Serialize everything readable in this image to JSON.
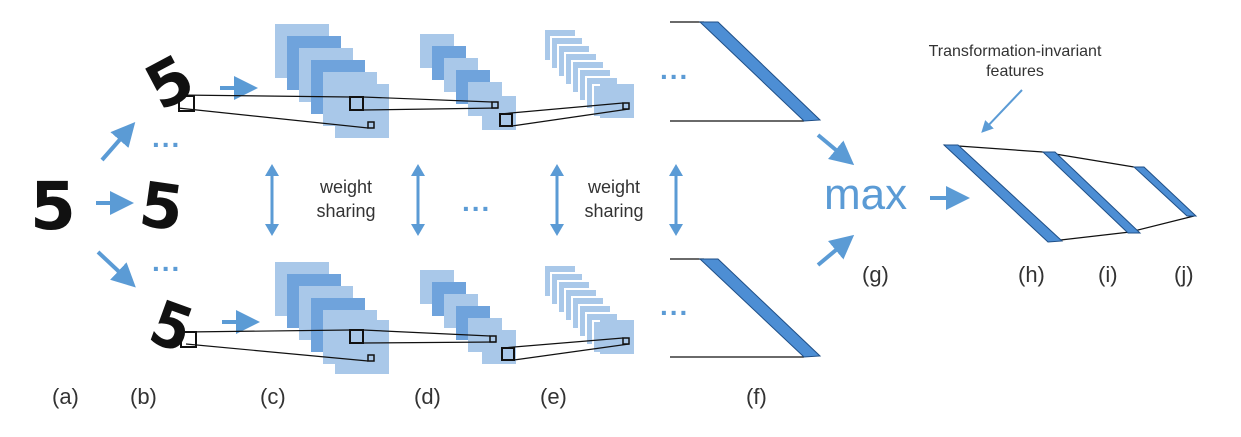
{
  "labels": {
    "a": "(a)",
    "b": "(b)",
    "c": "(c)",
    "d": "(d)",
    "e": "(e)",
    "f": "(f)",
    "g": "(g)",
    "h": "(h)",
    "i": "(i)",
    "j": "(j)"
  },
  "texts": {
    "weight_sharing_1": "weight\nsharing",
    "weight_sharing_2": "weight\nsharing",
    "max": "max",
    "annotation": "Transformation-invariant\nfeatures",
    "ellipsis": "..."
  },
  "digit": "5",
  "colors": {
    "accent": "#5b9bd5",
    "map_light": "#a9c8e9",
    "map_mid": "#6fa3dc",
    "map_dark": "#4d8ed4",
    "text": "#333333",
    "line": "#111111"
  }
}
